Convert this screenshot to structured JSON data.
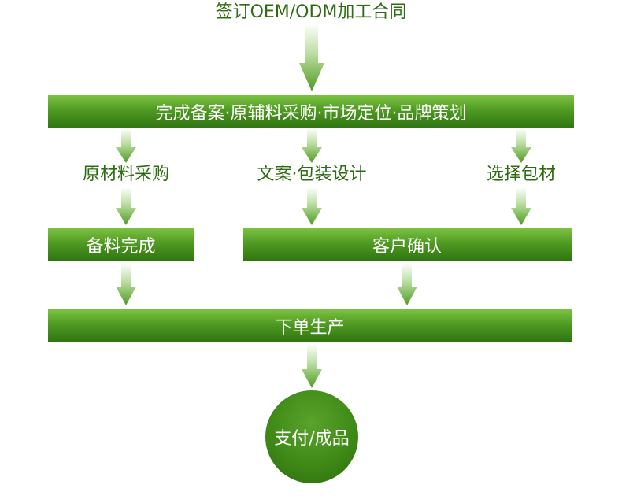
{
  "top_label": "签订OEM/ODM加工合同",
  "bar1": "完成备案·原辅料采购·市场定位·品牌策划",
  "branches": {
    "left": "原材料采购",
    "middle": "文案·包装设计",
    "right": "选择包材"
  },
  "bar2_left": "备料完成",
  "bar2_right": "客户确认",
  "bar3": "下单生产",
  "final": "支付/成品",
  "colors": {
    "bar_top": "#7cc243",
    "bar_bottom": "#2f7410",
    "text_green": "#2e6b12"
  }
}
